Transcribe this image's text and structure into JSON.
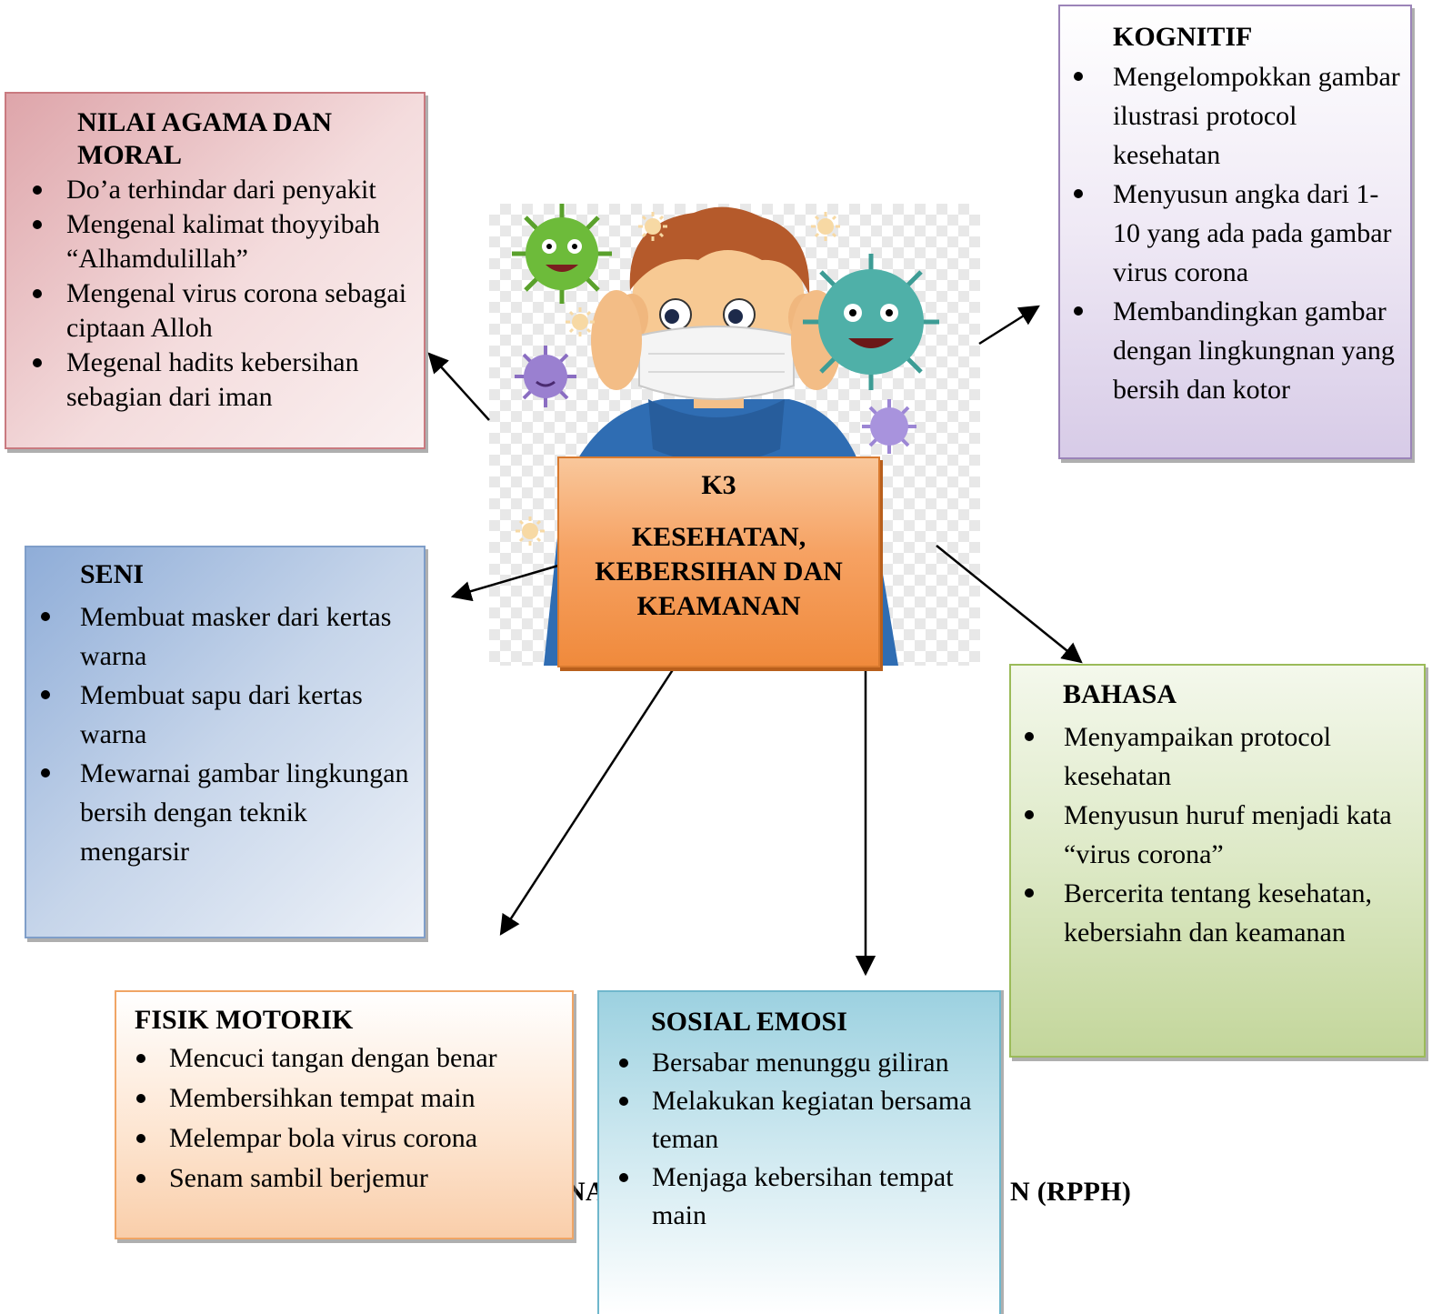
{
  "center": {
    "code": "K3",
    "title_lines": [
      "KESEHATAN,",
      "KEBERSIHAN DAN",
      "KEAMANAN"
    ]
  },
  "background_text": {
    "left_fragment": "NA",
    "right_fragment": "N (RPPH)"
  },
  "nilai_agama": {
    "title": "NILAI AGAMA DAN MORAL",
    "items": [
      "Do’a terhindar dari penyakit",
      "Mengenal kalimat thoyyibah “Alhamdulillah”",
      "Mengenal virus corona sebagai ciptaan Alloh",
      "Megenal hadits kebersihan sebagian dari iman"
    ]
  },
  "kognitif": {
    "title": "KOGNITIF",
    "items": [
      "Mengelompokkan gambar ilustrasi protocol kesehatan",
      "Menyusun angka dari 1-10 yang ada pada gambar virus corona",
      "Membandingkan gambar dengan lingkungnan yang bersih dan kotor"
    ]
  },
  "seni": {
    "title": "SENI",
    "items": [
      "Membuat masker dari kertas warna",
      "Membuat sapu dari kertas warna",
      "Mewarnai gambar lingkungan bersih dengan teknik mengarsir"
    ]
  },
  "bahasa": {
    "title": "BAHASA",
    "items": [
      "Menyampaikan protocol kesehatan",
      "Menyusun huruf menjadi kata “virus corona”",
      "Bercerita tentang kesehatan, kebersiahn dan keamanan"
    ]
  },
  "fisik_motorik": {
    "title": "FISIK MOTORIK",
    "items": [
      "Mencuci tangan dengan benar",
      "Membersihkan tempat main",
      "Melempar bola virus corona",
      "Senam sambil berjemur"
    ]
  },
  "sosial_emosi": {
    "title": "SOSIAL EMOSI",
    "items": [
      "Bersabar menunggu giliran",
      "Melakukan kegiatan bersama teman",
      "Menjaga kebersihan tempat main"
    ]
  },
  "colors": {
    "agama_border": "#c97a80",
    "kognitif_border": "#9b84b8",
    "seni_border": "#7f9ec9",
    "bahasa_border": "#9bbb59",
    "fisik_border": "#f0a565",
    "sosial_border": "#6fb7cc",
    "center_fill": "#f6a263"
  }
}
